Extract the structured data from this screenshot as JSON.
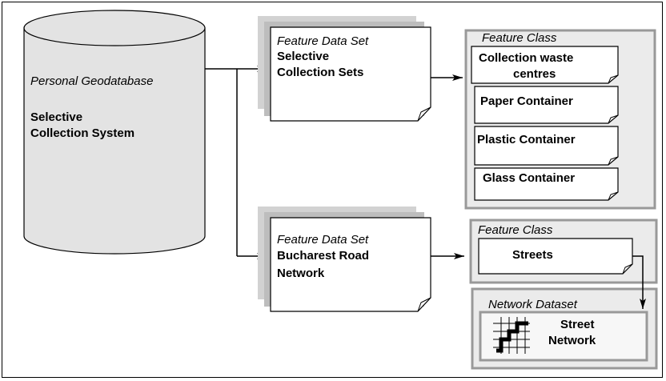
{
  "geodatabase": {
    "type_label": "Personal Geodatabase",
    "name_line1": "Selective",
    "name_line2": "Collection System"
  },
  "datasets": [
    {
      "type_label": "Feature Data Set",
      "name_line1": "Selective",
      "name_line2": "Collection Sets"
    },
    {
      "type_label": "Feature Data Set",
      "name_line1": "Bucharest Road",
      "name_line2": "Network"
    }
  ],
  "feature_class_group_1": {
    "label": "Feature Class",
    "items": [
      {
        "line1": "Collection waste",
        "line2": "centres"
      },
      {
        "line1": "Paper Container"
      },
      {
        "line1": "Plastic Container"
      },
      {
        "line1": "Glass Container"
      }
    ]
  },
  "feature_class_group_2": {
    "label": "Feature Class",
    "items": [
      {
        "line1": "Streets"
      }
    ]
  },
  "network_dataset": {
    "label": "Network Dataset",
    "name_line1": "Street",
    "name_line2": "Network",
    "icon": "network-grid-icon"
  },
  "colors": {
    "panel_fill": "#ebebeb",
    "panel_border": "#999999",
    "shadow": "#d2d2d2",
    "shadow_dark": "#bdbdbd",
    "ink": "#000000"
  }
}
